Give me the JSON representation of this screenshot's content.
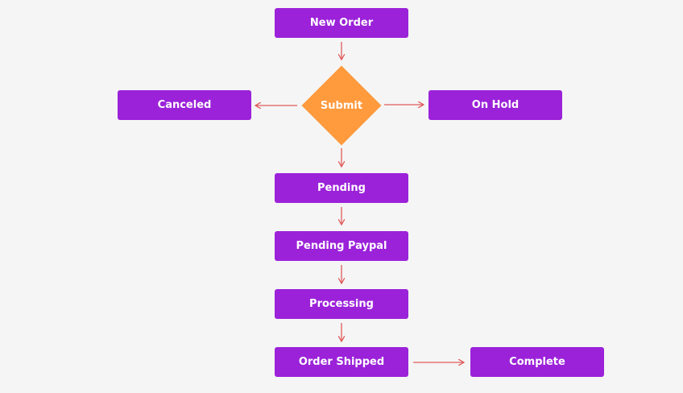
{
  "flowchart": {
    "nodes": {
      "new_order": "New Order",
      "submit": "Submit",
      "canceled": "Canceled",
      "on_hold": "On Hold",
      "pending": "Pending",
      "pending_paypal": "Pending Paypal",
      "processing": "Processing",
      "order_shipped": "Order Shipped",
      "complete": "Complete"
    },
    "edges": [
      [
        "New Order",
        "Submit"
      ],
      [
        "Submit",
        "Canceled"
      ],
      [
        "Submit",
        "On Hold"
      ],
      [
        "Submit",
        "Pending"
      ],
      [
        "Pending",
        "Pending Paypal"
      ],
      [
        "Pending Paypal",
        "Processing"
      ],
      [
        "Processing",
        "Order Shipped"
      ],
      [
        "Order Shipped",
        "Complete"
      ]
    ],
    "colors": {
      "step": "#9b22d9",
      "decision": "#ff9a3d",
      "arrow": "#e05a5a",
      "background": "#f5f5f5",
      "text": "#ffffff"
    }
  }
}
